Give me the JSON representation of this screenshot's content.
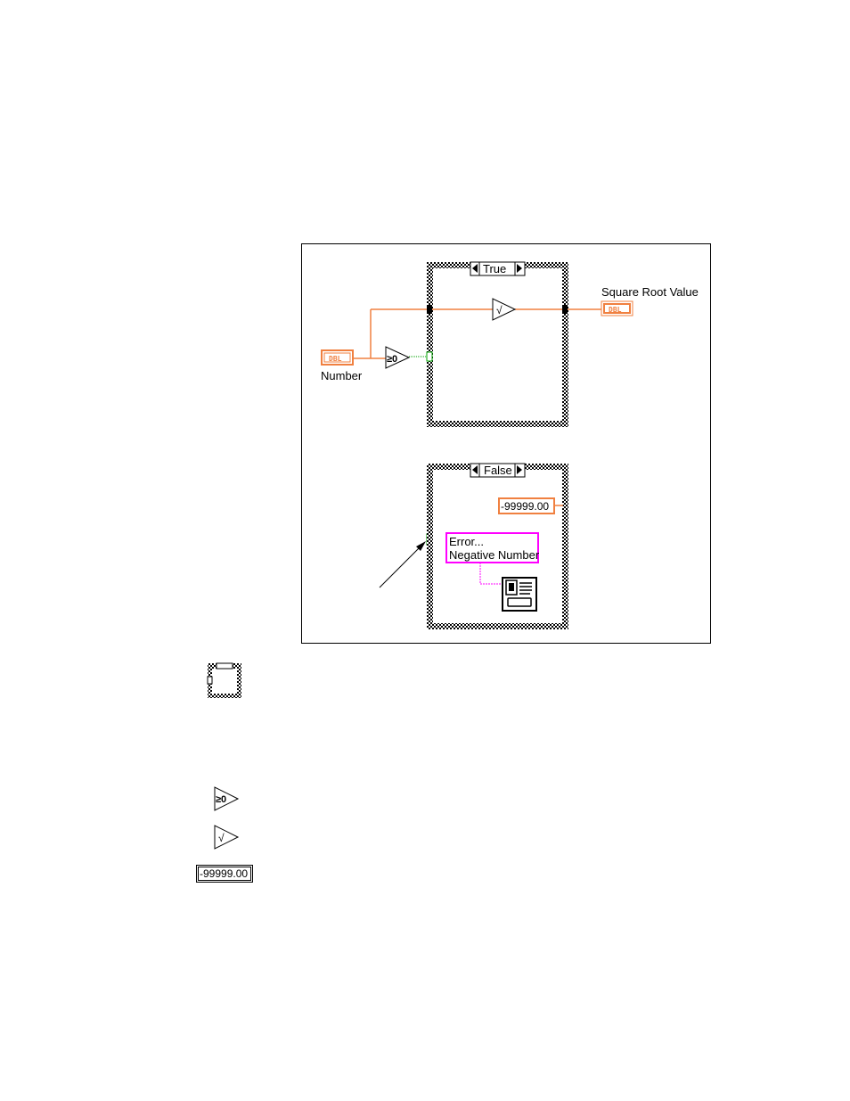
{
  "colors": {
    "wire_numeric": "#f08040",
    "wire_boolean": "#00a000",
    "wire_string": "#ff00ff",
    "frame_border": "#000000"
  },
  "diagram": {
    "true_case": {
      "selector_label": "True"
    },
    "false_case": {
      "selector_label": "False"
    },
    "number_control": {
      "type_label": "DBL",
      "caption": "Number"
    },
    "result_indicator": {
      "type_label": "DBL",
      "caption": "Square Root Value"
    },
    "greater_equal_zero_icon": {
      "glyph": "≥0"
    },
    "square_root_icon": {
      "glyph": "√"
    },
    "constant_numeric": {
      "value": "-99999.00"
    },
    "error_string_constant": {
      "line1": "Error...",
      "line2": "Negative Number"
    },
    "one_button_dialog_icon": {
      "icon": "dialog-icon"
    }
  },
  "side_icons": {
    "case_structure": {
      "icon": "case-structure-icon"
    },
    "greater_or_equal_zero": {
      "glyph": "≥0"
    },
    "square_root": {
      "glyph": "√"
    },
    "numeric_constant": {
      "value": "-99999.00"
    }
  }
}
